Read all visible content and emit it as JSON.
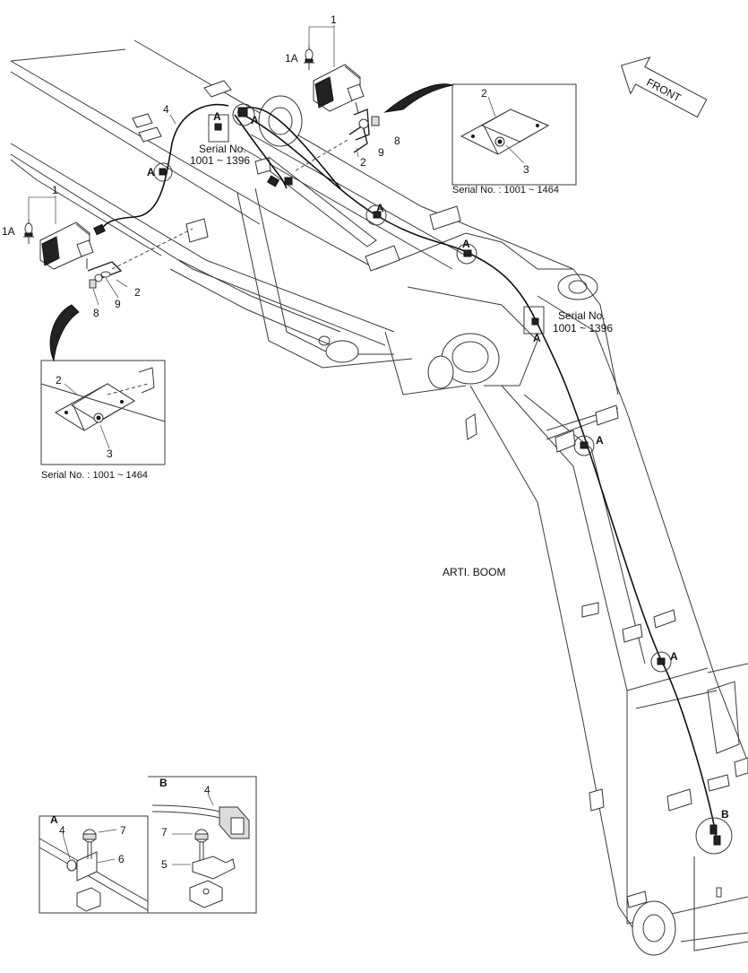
{
  "callouts": {
    "item_1": "1",
    "item_1a": "1A",
    "item_2": "2",
    "item_3": "3",
    "item_4": "4",
    "item_5": "5",
    "item_6": "6",
    "item_7": "7",
    "item_8": "8",
    "item_9": "9",
    "clamp_a": "A",
    "connector_b": "B"
  },
  "serial": {
    "line1": "Serial No.",
    "line2": "1001 ~ 1396",
    "detail": "Serial No. : 1001 ~ 1464"
  },
  "labels": {
    "front": "FRONT",
    "boom": "ARTI. BOOM"
  },
  "details": {
    "a_title": "A",
    "b_title": "B"
  }
}
